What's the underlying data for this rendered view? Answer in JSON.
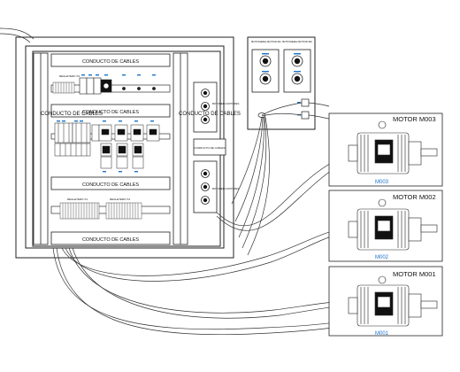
{
  "panel": {
    "duct_label": "CONDUCTO DE CABLES",
    "duct_label_alt": "CONDUCTO DE CABLES",
    "duct_label_small": "CONDUCTO DE CABLES",
    "relay_label_top": "REGLETERO X3",
    "relay_label_left": "REGLETERO X1",
    "relay_label_right": "REGLETERO X4",
    "side_box_label_1": "BOTONERA MOTORES",
    "side_box_label_2": "BOTONERA MOTORES"
  },
  "station": {
    "title_left": "BOTONERA MOTOR M1",
    "title_right": "BOTONERA MOTOR M2"
  },
  "motors": [
    {
      "title": "MOTOR M003",
      "tag": "M003"
    },
    {
      "title": "MOTOR M002",
      "tag": "M002"
    },
    {
      "title": "MOTOR M001",
      "tag": "M001"
    }
  ],
  "colors": {
    "line": "#222222",
    "accent": "#1a73c9"
  }
}
